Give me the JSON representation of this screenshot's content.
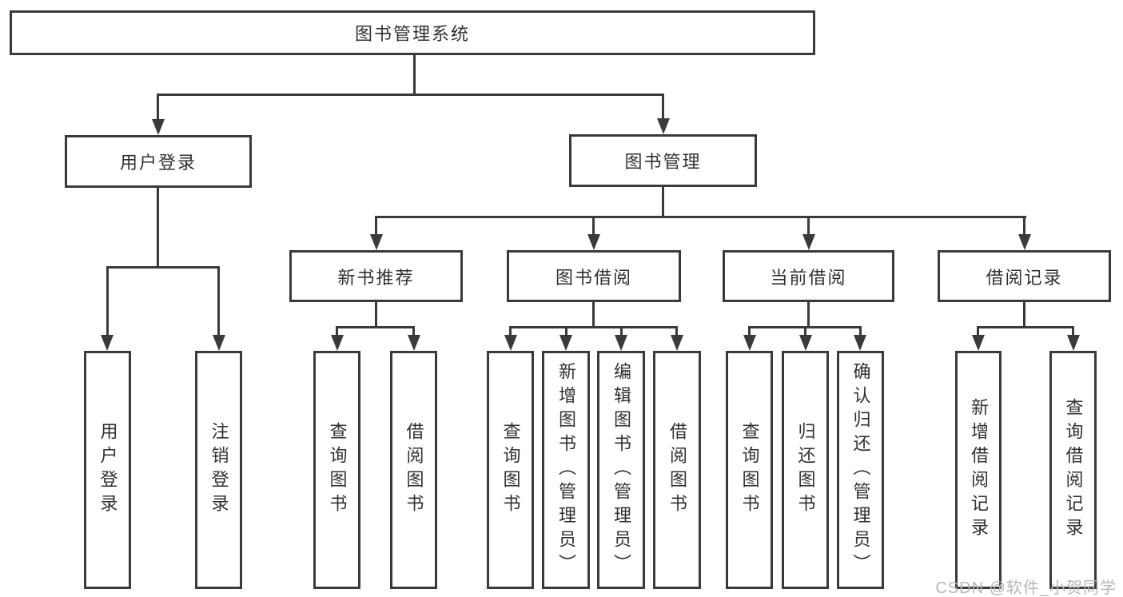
{
  "diagram": {
    "title": "图书管理系统",
    "type": "functional-structure-tree",
    "colors": {
      "background": "#ffffff",
      "line": "#3a3a3a",
      "text": "#303030",
      "watermark": "#b4b8bc"
    },
    "nodes": {
      "root": {
        "label": "图书管理系统",
        "level": 1
      },
      "user_login": {
        "label": "用户登录",
        "level": 2
      },
      "book_mgmt": {
        "label": "图书管理",
        "level": 2
      },
      "new_book_rec": {
        "label": "新书推荐",
        "level": 3
      },
      "book_borrow": {
        "label": "图书借阅",
        "level": 3
      },
      "current_borrow": {
        "label": "当前借阅",
        "level": 3
      },
      "borrow_record": {
        "label": "借阅记录",
        "level": 3
      },
      "leaf_user_login": {
        "label": "用户登录",
        "level": 4
      },
      "leaf_logout": {
        "label": "注销登录",
        "level": 4
      },
      "leaf_nbr_query": {
        "label": "查询图书",
        "level": 4
      },
      "leaf_nbr_borrow": {
        "label": "借阅图书",
        "level": 4
      },
      "leaf_bb_query": {
        "label": "查询图书",
        "level": 4
      },
      "leaf_bb_add": {
        "label": "新增图书（管理员）",
        "level": 4
      },
      "leaf_bb_edit": {
        "label": "编辑图书（管理员）",
        "level": 4
      },
      "leaf_bb_borrow": {
        "label": "借阅图书",
        "level": 4
      },
      "leaf_cb_query": {
        "label": "查询图书",
        "level": 4
      },
      "leaf_cb_return": {
        "label": "归还图书",
        "level": 4
      },
      "leaf_cb_confirm": {
        "label": "确认归还（管理员）",
        "level": 4
      },
      "leaf_br_add": {
        "label": "新增借阅记录",
        "level": 4
      },
      "leaf_br_query": {
        "label": "查询借阅记录",
        "level": 4
      }
    },
    "edges": [
      [
        "root",
        "user_login"
      ],
      [
        "root",
        "book_mgmt"
      ],
      [
        "user_login",
        "leaf_user_login"
      ],
      [
        "user_login",
        "leaf_logout"
      ],
      [
        "book_mgmt",
        "new_book_rec"
      ],
      [
        "book_mgmt",
        "book_borrow"
      ],
      [
        "book_mgmt",
        "current_borrow"
      ],
      [
        "book_mgmt",
        "borrow_record"
      ],
      [
        "new_book_rec",
        "leaf_nbr_query"
      ],
      [
        "new_book_rec",
        "leaf_nbr_borrow"
      ],
      [
        "book_borrow",
        "leaf_bb_query"
      ],
      [
        "book_borrow",
        "leaf_bb_add"
      ],
      [
        "book_borrow",
        "leaf_bb_edit"
      ],
      [
        "book_borrow",
        "leaf_bb_borrow"
      ],
      [
        "current_borrow",
        "leaf_cb_query"
      ],
      [
        "current_borrow",
        "leaf_cb_return"
      ],
      [
        "current_borrow",
        "leaf_cb_confirm"
      ],
      [
        "borrow_record",
        "leaf_br_add"
      ],
      [
        "borrow_record",
        "leaf_br_query"
      ]
    ],
    "watermark": {
      "text": "CSDN @软件_小贺同学"
    }
  }
}
